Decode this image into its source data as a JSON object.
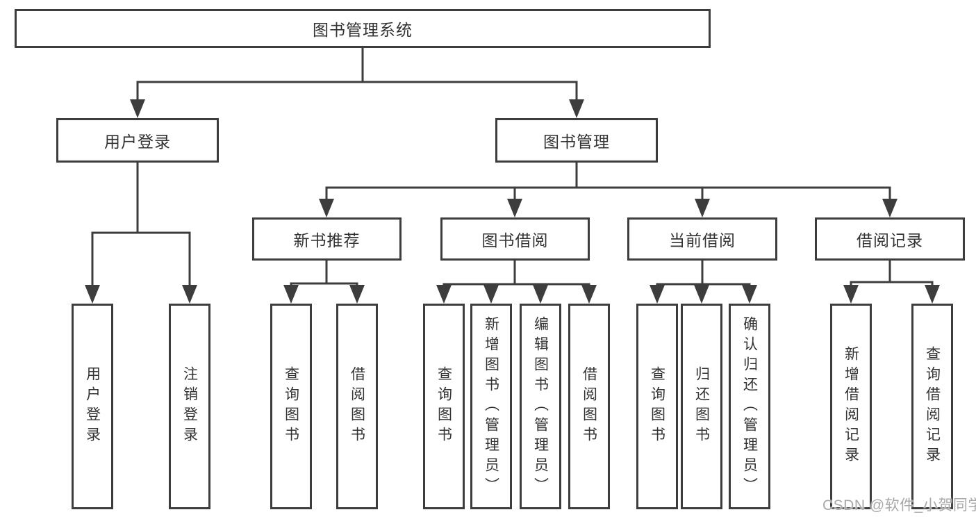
{
  "diagram": {
    "root": "图书管理系统",
    "level2": {
      "user_login": "用户登录",
      "book_management": "图书管理"
    },
    "level3": {
      "new_book_recommend": "新书推荐",
      "book_borrowing": "图书借阅",
      "current_borrowing": "当前借阅",
      "borrowing_records": "借阅记录"
    },
    "leaves": {
      "user_login": [
        "用户登录",
        "注销登录"
      ],
      "new_book_recommend": [
        "查询图书",
        "借阅图书"
      ],
      "book_borrowing": [
        "查询图书",
        "新增图书（管理员）",
        "编辑图书（管理员）",
        "借阅图书"
      ],
      "current_borrowing": [
        "查询图书",
        "归还图书",
        "确认归还（管理员）"
      ],
      "borrowing_records": [
        "新增借阅记录",
        "查询借阅记录"
      ]
    },
    "colors": {
      "line": "#3d3d3d",
      "text": "#333333",
      "background": "#ffffff",
      "watermark": "#a9a9a9"
    },
    "watermark": "CSDN @软件_小贺同学"
  }
}
